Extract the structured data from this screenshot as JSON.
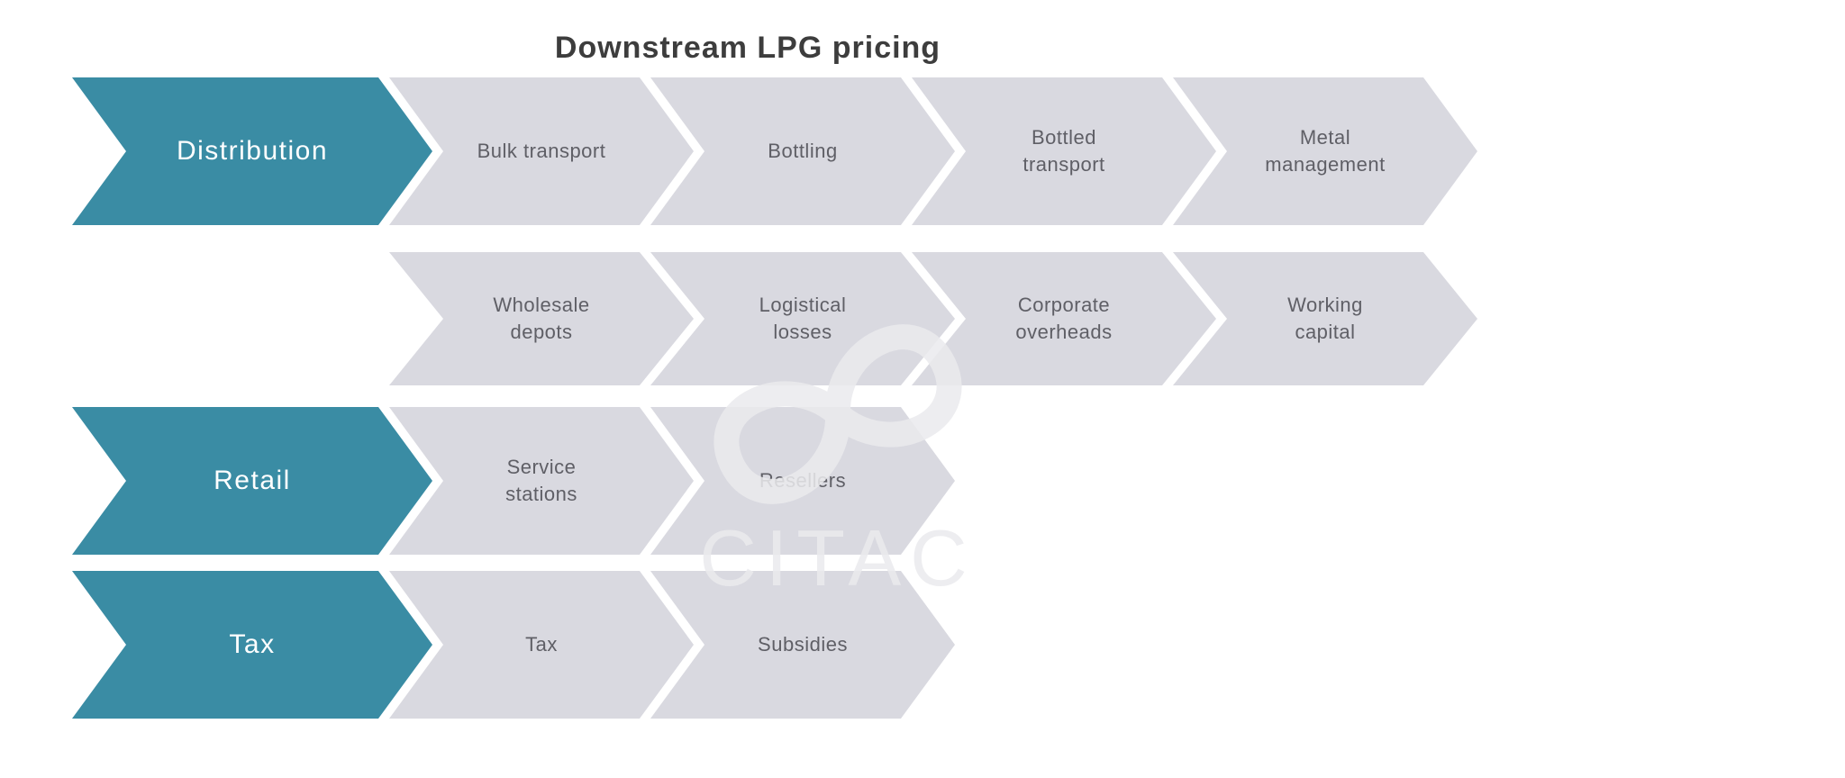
{
  "title": "Downstream LPG pricing",
  "watermark_text": "CITAC",
  "colors": {
    "teal": "#3a8ca4",
    "gray": "#d9d9e0",
    "teal-text": "#ffffff",
    "gray-text": "#5f5f66",
    "title-text": "#3d3d3d",
    "watermark": "#ebebee"
  },
  "rows": [
    {
      "leader": "Distribution",
      "items": [
        "Bulk transport",
        "Bottling",
        "Bottled\ntransport",
        "Metal\nmanagement"
      ]
    },
    {
      "leader": "",
      "items": [
        "Wholesale\ndepots",
        "Logistical\nlosses",
        "Corporate\noverheads",
        "Working\ncapital"
      ]
    },
    {
      "leader": "Retail",
      "items": [
        "Service\nstations",
        "Resellers"
      ]
    },
    {
      "leader": "Tax",
      "items": [
        "Tax",
        "Subsidies"
      ]
    }
  ]
}
